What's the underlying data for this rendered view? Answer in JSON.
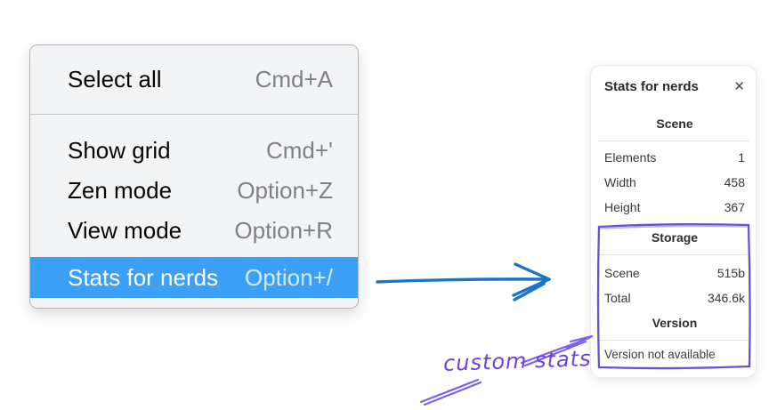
{
  "menu": {
    "highlight_color": "#3ca0f6",
    "items": [
      {
        "label": "Select all",
        "shortcut": "Cmd+A",
        "selected": false
      },
      {
        "label": "Show grid",
        "shortcut": "Cmd+'",
        "selected": false
      },
      {
        "label": "Zen mode",
        "shortcut": "Option+Z",
        "selected": false
      },
      {
        "label": "View mode",
        "shortcut": "Option+R",
        "selected": false
      },
      {
        "label": "Stats for nerds",
        "shortcut": "Option+/",
        "selected": true
      }
    ]
  },
  "stats_panel": {
    "title": "Stats for nerds",
    "close_glyph": "✕",
    "sections": [
      {
        "heading": "Scene",
        "rows": [
          {
            "label": "Elements",
            "value": "1"
          },
          {
            "label": "Width",
            "value": "458"
          },
          {
            "label": "Height",
            "value": "367"
          }
        ]
      },
      {
        "heading": "Storage",
        "rows": [
          {
            "label": "Scene",
            "value": "515b"
          },
          {
            "label": "Total",
            "value": "346.6k"
          }
        ]
      },
      {
        "heading": "Version",
        "note": "Version not available"
      }
    ]
  },
  "annotation": {
    "label": "custom stats",
    "text_color": "#6d42e0",
    "arrow_color": "#7e5cf0",
    "box_color": "#6c4fd3"
  },
  "pointer_arrow": {
    "color": "#1b74c5"
  }
}
